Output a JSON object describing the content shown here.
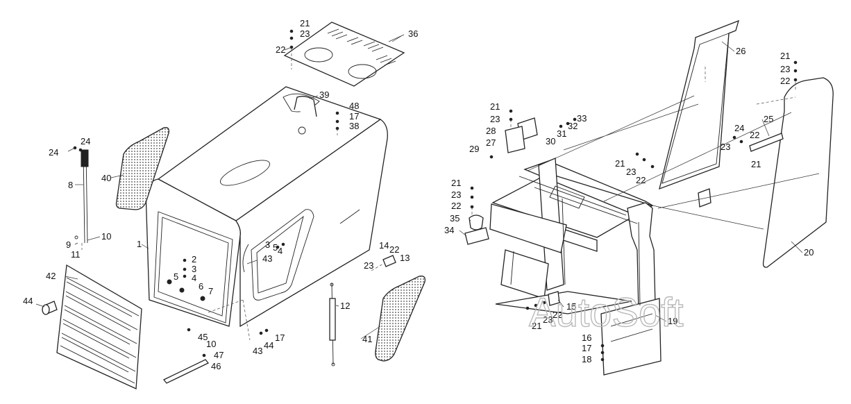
{
  "callouts": {
    "c1": "1",
    "c2": "2",
    "c3": "3",
    "c4": "4",
    "c5": "5",
    "c6": "6",
    "c7": "7",
    "c8": "8",
    "c9": "9",
    "c10": "10",
    "c11": "11",
    "c12": "12",
    "c13": "13",
    "c14": "14",
    "c15": "15",
    "c16": "16",
    "c17": "17",
    "c18": "18",
    "c19": "19",
    "c20": "20",
    "c21": "21",
    "c22": "22",
    "c23": "23",
    "c24": "24",
    "c25": "25",
    "c26": "26",
    "c27": "27",
    "c28": "28",
    "c29": "29",
    "c30": "30",
    "c31": "31",
    "c32": "32",
    "c33": "33",
    "c34": "34",
    "c35": "35",
    "c36": "36",
    "c38": "38",
    "c39": "39",
    "c40": "40",
    "c41": "41",
    "c42": "42",
    "c43": "43",
    "c44": "44",
    "c45": "45",
    "c46": "46",
    "c47": "47",
    "c48": "48"
  },
  "watermark": "AutoSoft"
}
